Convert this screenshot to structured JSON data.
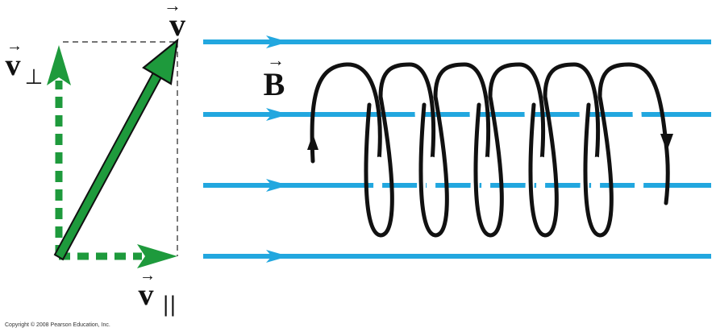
{
  "labels": {
    "v": "v",
    "v_perp_letter": "v",
    "v_perp_sub": "⊥",
    "v_par_letter": "v",
    "v_par_sub": "||",
    "B": "B"
  },
  "copyright": "Copyright © 2008 Pearson Education, Inc.",
  "colors": {
    "field_lines": "#22a7df",
    "velocity": "#1e9a3c",
    "helix": "#111111",
    "dashed_guides": "#222222"
  },
  "icons": {
    "vector_arrow": "right-arrow-over-letter"
  },
  "field_line_count": 4,
  "helix_turns": 6
}
